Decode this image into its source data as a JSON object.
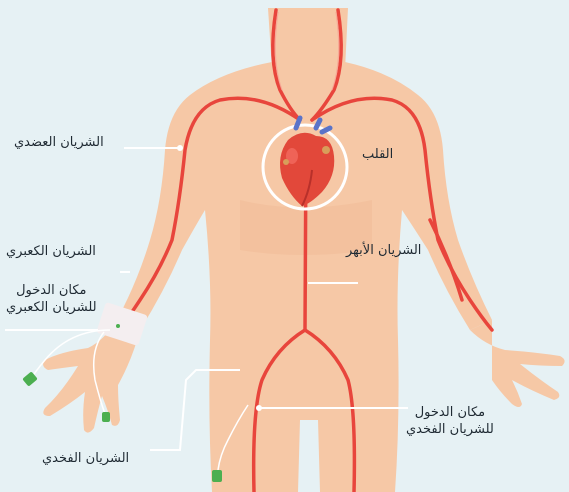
{
  "colors": {
    "background": "#e6f1f4",
    "skin": "#f6c8a6",
    "skin_shadow": "#efb48e",
    "artery": "#e8453c",
    "artery_light": "#f26a5f",
    "heart": "#e2483a",
    "heart_dark": "#b8302a",
    "vein_blue": "#5a73c8",
    "bandage": "#f4eef0",
    "catheter_green": "#4caf50",
    "leader_line": "#ffffff"
  },
  "labels": {
    "heart": "القلب",
    "brachial_artery": "الشريان العضدي",
    "radial_artery": "الشريان الكعبري",
    "radial_access_l1": "مكان الدخول",
    "radial_access_l2": "للشريان الكعبري",
    "aorta": "الشريان الأبهر",
    "femoral_access_l1": "مكان الدخول",
    "femoral_access_l2": "للشريان الفخدي",
    "femoral_artery": "الشريان الفخدي"
  },
  "icons": {
    "heart": "heart-icon",
    "bandage": "wrist-bandage-icon",
    "catheter": "catheter-icon"
  }
}
